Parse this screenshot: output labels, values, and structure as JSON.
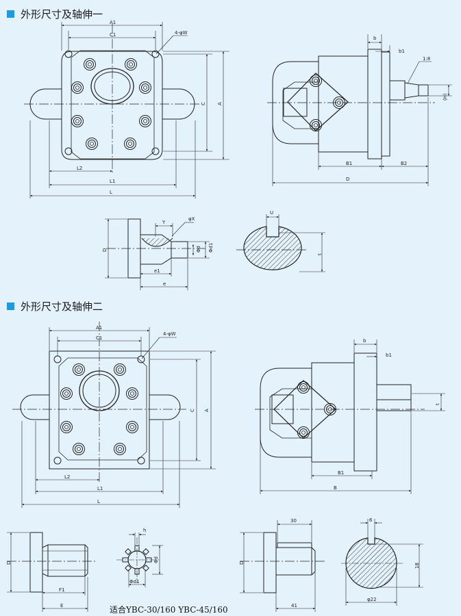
{
  "section1": {
    "title": "外形尺寸及轴伸一",
    "labels": {
      "A1": "A1",
      "C1": "C1",
      "hole": "4-φW",
      "C": "C",
      "A": "A",
      "L2": "L2",
      "L1": "L1",
      "L": "L",
      "b": "b",
      "b1": "b1",
      "key": "1:8",
      "h": "(H)",
      "B1": "B1",
      "B2": "B2",
      "D": "D",
      "D2": "D",
      "Y": "Y",
      "phiX": "φX",
      "d1": "Φd",
      "d2": "Φd1",
      "e1": "e1",
      "e": "e",
      "U": "U",
      "t": "t"
    }
  },
  "section2": {
    "title": "外形尺寸及轴伸二",
    "labels": {
      "A1": "A1",
      "C1": "C1",
      "hole": "4-φW",
      "C": "C",
      "A": "A",
      "L2": "L2",
      "L1": "L1",
      "L": "L",
      "b": "b",
      "b1": "b1",
      "t": "t",
      "B1": "B1",
      "B": "B",
      "D": "D",
      "F1": "F1",
      "E": "E",
      "h": "h",
      "d": "Φd",
      "d1": "Φd1",
      "D3": "D",
      "n30": "30",
      "n41": "41",
      "n6": "6",
      "n18": "18",
      "phi22": "φ22"
    }
  },
  "footnote": "适合YBC-30/160 YBC-45/160"
}
